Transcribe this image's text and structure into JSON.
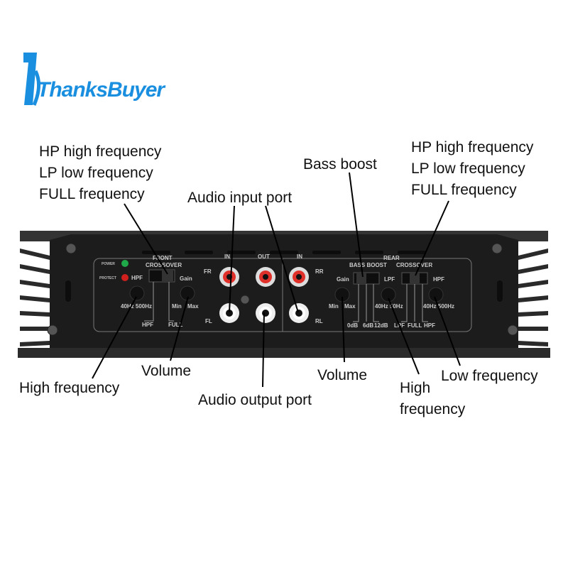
{
  "logo": {
    "text": "ThanksBuyer"
  },
  "callouts": {
    "left_crossover": [
      "HP high frequency",
      "LP low frequency",
      "FULL frequency"
    ],
    "right_crossover": [
      "HP high frequency",
      "LP low frequency",
      "FULL frequency"
    ],
    "audio_input": "Audio input port",
    "bass_boost": "Bass boost",
    "high_freq_left": "High frequency",
    "volume_left": "Volume",
    "audio_output": "Audio output port",
    "volume_right": "Volume",
    "high_freq_right": [
      "High",
      "frequency"
    ],
    "low_freq": "Low frequency"
  },
  "panel": {
    "power": "POWER",
    "protect": "PROTECT",
    "front": "FRONT",
    "front_crossover": "CROSSOVER",
    "hpf": "HPF",
    "gain": "Gain",
    "freq_range": "40Hz  500Hz",
    "min": "Min",
    "max": "Max",
    "hpf_bottom": "HPF",
    "full_bottom": "FULL",
    "in": "IN",
    "out": "OUT",
    "in2": "IN",
    "fr": "FR",
    "fl": "FL",
    "rr": "RR",
    "rl": "RL",
    "rear": "REAR",
    "bass_boost": "BASS BOOST",
    "rear_crossover": "CROSSOVER",
    "rear_gain": "Gain",
    "lpf": "LPF",
    "rear_hpf": "HPF",
    "lpf_range": "40Hz  50Hz",
    "hpf_range": "40Hz  500Hz",
    "db0": "0dB",
    "db6": "6dB",
    "db12": "12dB",
    "sw_lpf": "LPF",
    "sw_full": "FULL",
    "sw_hpf": "HPF"
  }
}
